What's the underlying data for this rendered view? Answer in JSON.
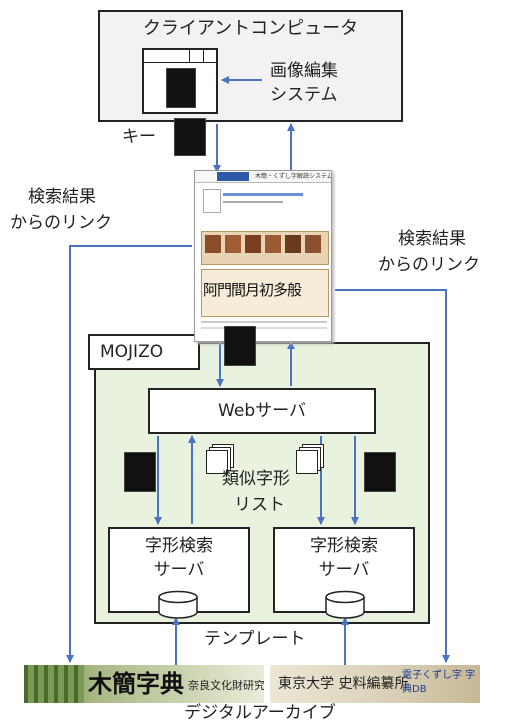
{
  "client": {
    "title": "クライアントコンピュータ",
    "edit_line1": "画像編集",
    "edit_line2": "システム"
  },
  "key_label": "キー",
  "search_link_left": {
    "line1": "検索結果",
    "line2": "からのリンク"
  },
  "search_link_right": {
    "line1": "検索結果",
    "line2": "からのリンク"
  },
  "mojizo": {
    "title": "MOJIZO"
  },
  "web_server": {
    "label": "Webサーバ"
  },
  "similar_list": {
    "line1": "類似字形",
    "line2": "リスト"
  },
  "search_server_left": {
    "line1": "字形検索",
    "line2": "サーバ"
  },
  "search_server_right": {
    "line1": "字形検索",
    "line2": "サーバ"
  },
  "template_label": "テンプレート",
  "archive_label": "デジタルアーカイブ",
  "screenshot": {
    "header_title": "木簡・くずし字解読システム",
    "result_chars": "阿門間月初多般"
  },
  "archive_left": {
    "title": "木簡字典",
    "org": "奈良文化財研究所"
  },
  "archive_right": {
    "org": "東京大学 史料編纂所",
    "db": "電子くずし字 字典DB"
  },
  "colors": {
    "arrow": "#4a73c4",
    "mojizo_bg": "#e9f2de",
    "box_border": "#222222"
  }
}
